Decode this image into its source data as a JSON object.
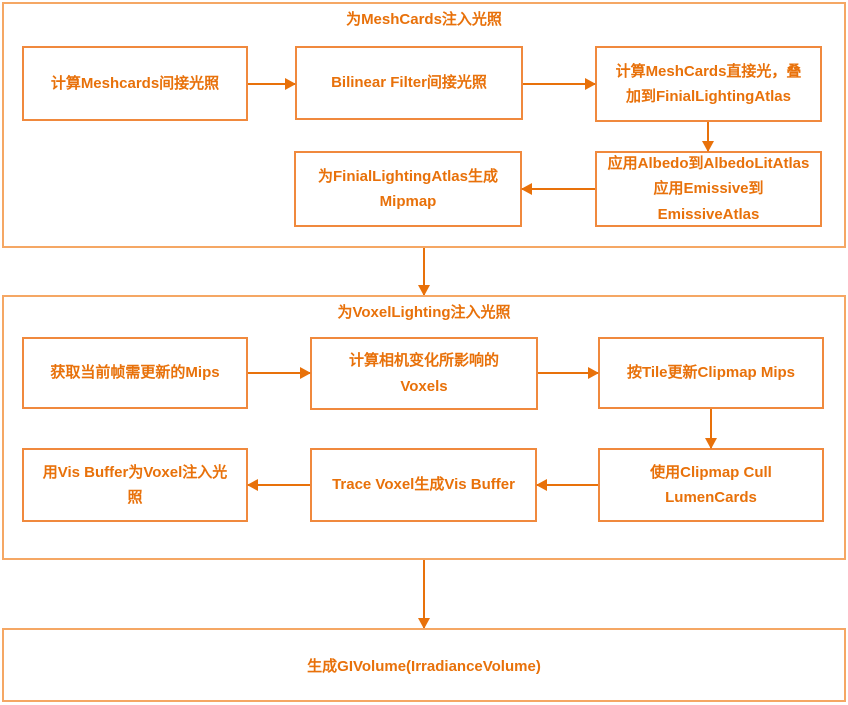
{
  "colors": {
    "container_border": "#F5A764",
    "node_border": "#F0893D",
    "text": "#E8710A",
    "arrow": "#E8710A"
  },
  "groups": [
    {
      "id": "meshcards-lighting",
      "title": "为MeshCards注入光照",
      "nodes": [
        {
          "id": "meshcards-indirect",
          "label": "计算Meshcards间接光照"
        },
        {
          "id": "bilinear-filter",
          "label": "Bilinear Filter间接光照"
        },
        {
          "id": "meshcards-direct",
          "label": "计算MeshCards直接光，叠\n加到FinialLightingAtlas"
        },
        {
          "id": "apply-albedo-emissive",
          "label": "应用Albedo到AlbedoLitAtlas\n应用Emissive到EmissiveAtlas"
        },
        {
          "id": "generate-mipmap",
          "label": "为FinialLightingAtlas生成\nMipmap"
        }
      ]
    },
    {
      "id": "voxellighting",
      "title": "为VoxelLighting注入光照",
      "nodes": [
        {
          "id": "get-mips",
          "label": "获取当前帧需更新的Mips"
        },
        {
          "id": "camera-voxels",
          "label": "计算相机变化所影响的\nVoxels"
        },
        {
          "id": "tile-update-clipmap",
          "label": "按Tile更新Clipmap Mips"
        },
        {
          "id": "clipmap-cull",
          "label": "使用Clipmap Cull\nLumenCards"
        },
        {
          "id": "trace-voxel",
          "label": "Trace Voxel生成Vis Buffer"
        },
        {
          "id": "vis-buffer-inject",
          "label": "用Vis Buffer为Voxel注入光\n照"
        }
      ]
    },
    {
      "id": "gi-volume",
      "title": "生成GIVolume(IrradianceVolume)",
      "nodes": []
    }
  ],
  "connections": [
    {
      "from": "meshcards-indirect",
      "to": "bilinear-filter"
    },
    {
      "from": "bilinear-filter",
      "to": "meshcards-direct"
    },
    {
      "from": "meshcards-direct",
      "to": "apply-albedo-emissive"
    },
    {
      "from": "apply-albedo-emissive",
      "to": "generate-mipmap"
    },
    {
      "from": "meshcards-lighting",
      "to": "voxellighting"
    },
    {
      "from": "get-mips",
      "to": "camera-voxels"
    },
    {
      "from": "camera-voxels",
      "to": "tile-update-clipmap"
    },
    {
      "from": "tile-update-clipmap",
      "to": "clipmap-cull"
    },
    {
      "from": "clipmap-cull",
      "to": "trace-voxel"
    },
    {
      "from": "trace-voxel",
      "to": "vis-buffer-inject"
    },
    {
      "from": "voxellighting",
      "to": "gi-volume"
    }
  ]
}
